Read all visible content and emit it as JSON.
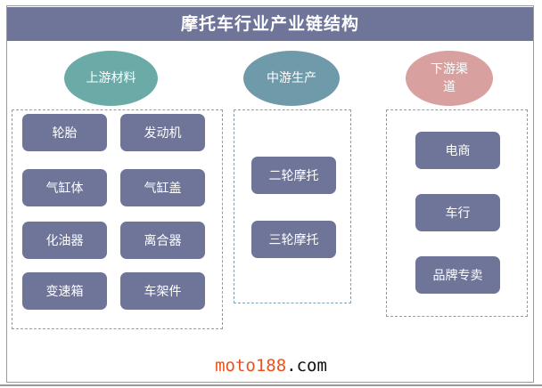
{
  "title": "摩托车行业产业链结构",
  "columns": [
    {
      "label": "上游材料",
      "color": "#6aaba8",
      "items": [
        "轮胎",
        "发动机",
        "气缸体",
        "气缸盖",
        "化油器",
        "离合器",
        "变速箱",
        "车架件"
      ]
    },
    {
      "label": "中游生产",
      "color": "#6e9aa9",
      "items": [
        "二轮摩托",
        "三轮摩托"
      ]
    },
    {
      "label": "下游渠道",
      "color": "#d9a0a0",
      "items": [
        "电商",
        "车行",
        "品牌专卖"
      ]
    }
  ],
  "watermark": {
    "brand": "moto188",
    "tld": ".com"
  }
}
